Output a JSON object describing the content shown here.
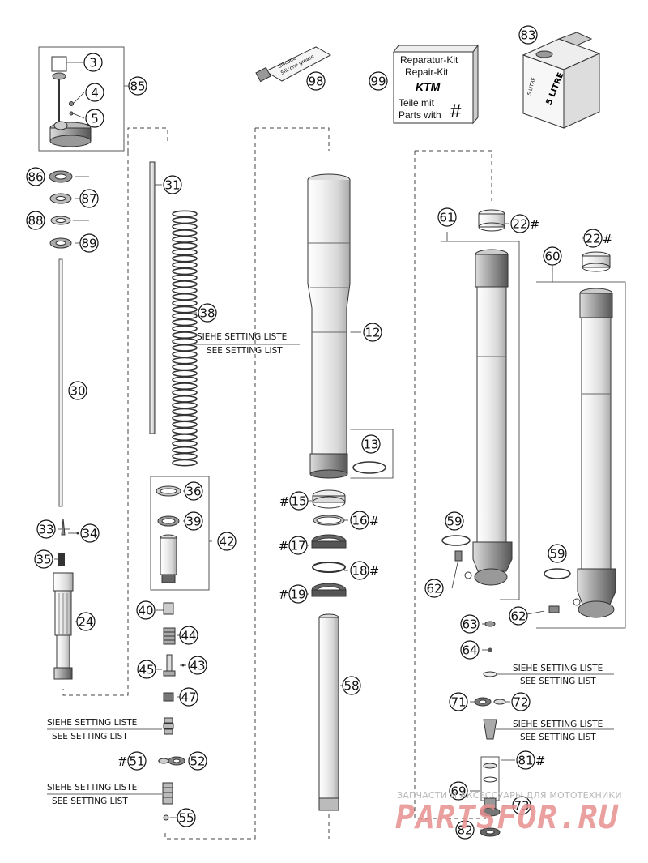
{
  "callouts": {
    "c3": "3",
    "c4": "4",
    "c5": "5",
    "c85": "85",
    "c98": "98",
    "c99": "99",
    "c83": "83",
    "c86": "86",
    "c87": "87",
    "c88": "88",
    "c89": "89",
    "c31": "31",
    "c38": "38",
    "c12": "12",
    "c13": "13",
    "c61": "61",
    "c22a": "22",
    "c22b": "22",
    "c60": "60",
    "c30": "30",
    "c36": "36",
    "c39": "39",
    "c42": "42",
    "c15": "15",
    "c16": "16",
    "c17": "17",
    "c18": "18",
    "c19": "19",
    "c59a": "59",
    "c59b": "59",
    "c62a": "62",
    "c62b": "62",
    "c33": "33",
    "c34": "34",
    "c35": "35",
    "c24": "24",
    "c40": "40",
    "c44": "44",
    "c45": "45",
    "c43": "43",
    "c47": "47",
    "c58": "58",
    "c63": "63",
    "c64": "64",
    "c71": "71",
    "c72": "72",
    "c51": "51",
    "c52": "52",
    "c55": "55",
    "c81": "81",
    "c69": "69",
    "c73": "73",
    "c82": "82"
  },
  "hash": "#",
  "setting_notes": {
    "de": "SIEHE SETTING LISTE",
    "en": "SEE SETTING LIST"
  },
  "repair_kit": {
    "line1": "Reparatur-Kit",
    "line2": "Repair-Kit",
    "brand": "KTM",
    "line3": "Teile mit",
    "line4": "Parts with",
    "symbol": "#"
  },
  "oil_can": {
    "label": "5 LITRE",
    "side_label": "5 LITRE"
  },
  "grease_tube": {
    "label1": "Silicone",
    "label2": "Silicone grease"
  },
  "watermark": {
    "top": "ЗАПЧАСТИ И АКСЕССУАРЫ ДЛЯ МОТОТЕХНИКИ",
    "main": "PARTSFOR.RU"
  }
}
